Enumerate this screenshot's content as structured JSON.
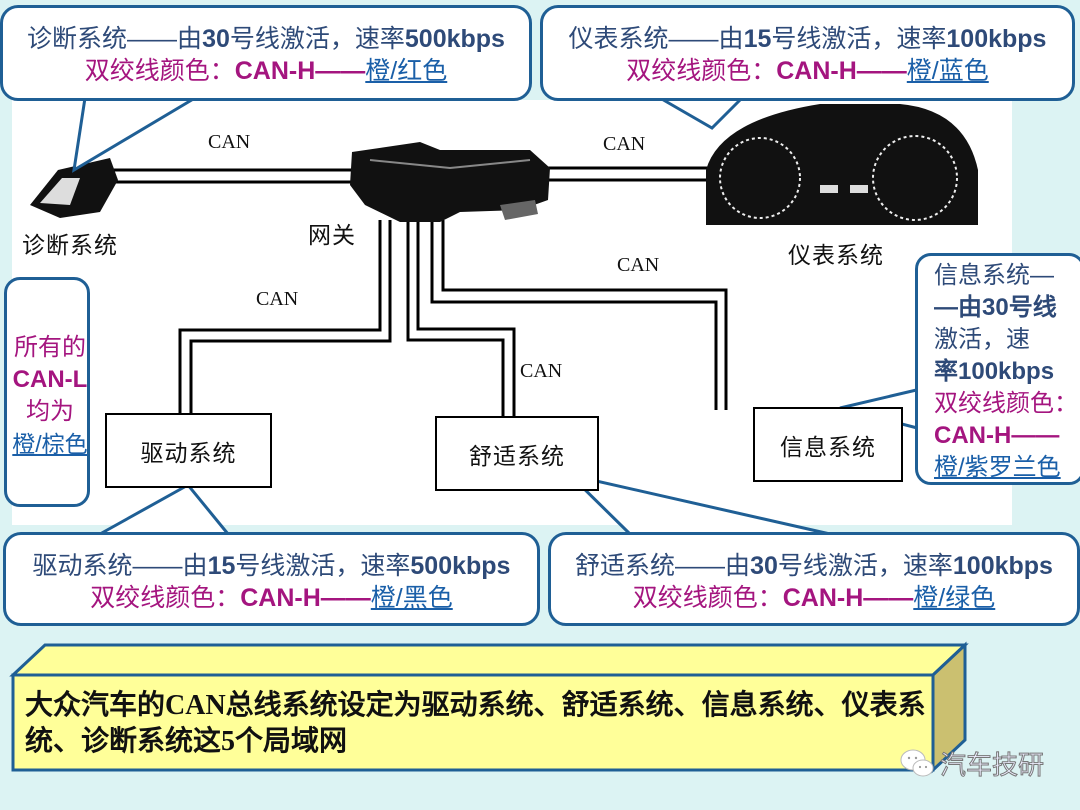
{
  "diagram": {
    "gateway_label": "网关",
    "bus_label": "CAN",
    "nodes": {
      "diagnostic": "诊断系统",
      "instrument": "仪表系统",
      "drive": "驱动系统",
      "comfort": "舒适系统",
      "info": "信息系统"
    }
  },
  "callouts": {
    "diagnostic": {
      "line1_a": "诊断系统——由",
      "line1_b": "30",
      "line1_c": "号线激活，速率",
      "line1_d": "500kbps",
      "line2_a": "双绞线颜色：",
      "line2_b": "CAN-H——",
      "line2_c": "橙/红色"
    },
    "instrument": {
      "line1_a": "仪表系统——由",
      "line1_b": "15",
      "line1_c": "号线激活，速率",
      "line1_d": "100kbps",
      "line2_a": "双绞线颜色：",
      "line2_b": "CAN-H——",
      "line2_c": "橙/蓝色"
    },
    "drive": {
      "line1_a": "驱动系统——由",
      "line1_b": "15",
      "line1_c": "号线激活，速率",
      "line1_d": "500kbps",
      "line2_a": "双绞线颜色：",
      "line2_b": "CAN-H——",
      "line2_c": "橙/黑色"
    },
    "comfort": {
      "line1_a": "舒适系统——由",
      "line1_b": "30",
      "line1_c": "号线激活，速率",
      "line1_d": "100kbps",
      "line2_a": "双绞线颜色：",
      "line2_b": "CAN-H——",
      "line2_c": "橙/绿色"
    },
    "info": {
      "lines": [
        "信息系统—",
        "—由30号线",
        "激活，速",
        "率100kbps"
      ],
      "color_label": "双绞线颜色：",
      "can_h": "CAN-H——",
      "color": "橙/紫罗兰色"
    },
    "can_l": {
      "line1": "所有的",
      "line2": "CAN-L",
      "line3": "均为",
      "color": "橙/棕色"
    }
  },
  "summary": {
    "text": "大众汽车的CAN总线系统设定为驱动系统、舒适系统、信息系统、仪表系统、诊断系统这5个局域网"
  },
  "watermark": {
    "text": "汽车技研",
    "icon": "wechat-icon"
  },
  "colors": {
    "background": "#dcf3f3",
    "callout_border": "#1f5f95",
    "text_blue": "#2e4a78",
    "text_magenta": "#a4157f",
    "link_blue": "#1a5fa8",
    "summary_fill": "#ffff99"
  }
}
